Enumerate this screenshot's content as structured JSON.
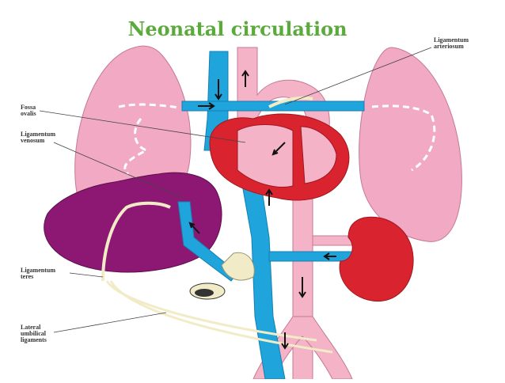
{
  "title": "Neonatal circulation",
  "labels": {
    "fossa_ovalis": "Fossa\novalis",
    "ligamentum_venosum": "Ligamentum\nvenosum",
    "ligamentum_arteriosum": "Ligamentum\narteriosum",
    "ligamentum_teres": "Ligamentum\nteres",
    "lateral_umbilical_ligaments": "Lateral\numbilical\nligaments"
  },
  "colors": {
    "title": "#5aaa3c",
    "lung": "#f2a9c3",
    "liver": "#8c1874",
    "artery_pink": "#f5b3c8",
    "vein_blue": "#1fa4dc",
    "heart_red": "#d9232e",
    "kidney": "#d9232e",
    "ligament": "#f1ecc7"
  }
}
